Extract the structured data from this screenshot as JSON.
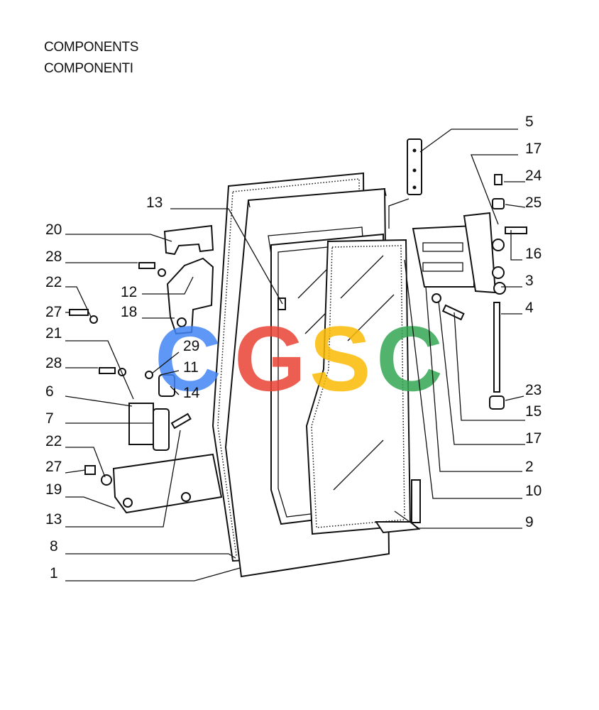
{
  "header": {
    "title_en": "COMPONENTS",
    "title_it": "COMPONENTI"
  },
  "watermark": {
    "letters": [
      "C",
      "G",
      "S",
      "C"
    ],
    "colors": [
      "#4285F4",
      "#EA4335",
      "#FBBC05",
      "#34A853"
    ]
  },
  "callouts": {
    "c5": "5",
    "c17a": "17",
    "c24": "24",
    "c25": "25",
    "c16": "16",
    "c3": "3",
    "c4": "4",
    "c23": "23",
    "c15": "15",
    "c17b": "17",
    "c2": "2",
    "c10": "10",
    "c9": "9",
    "c13a": "13",
    "c20": "20",
    "c28a": "28",
    "c22a": "22",
    "c12": "12",
    "c27a": "27",
    "c18": "18",
    "c21": "21",
    "c29": "29",
    "c28b": "28",
    "c11": "11",
    "c6": "6",
    "c14": "14",
    "c7": "7",
    "c22b": "22",
    "c27b": "27",
    "c19": "19",
    "c13b": "13",
    "c8": "8",
    "c1": "1"
  }
}
